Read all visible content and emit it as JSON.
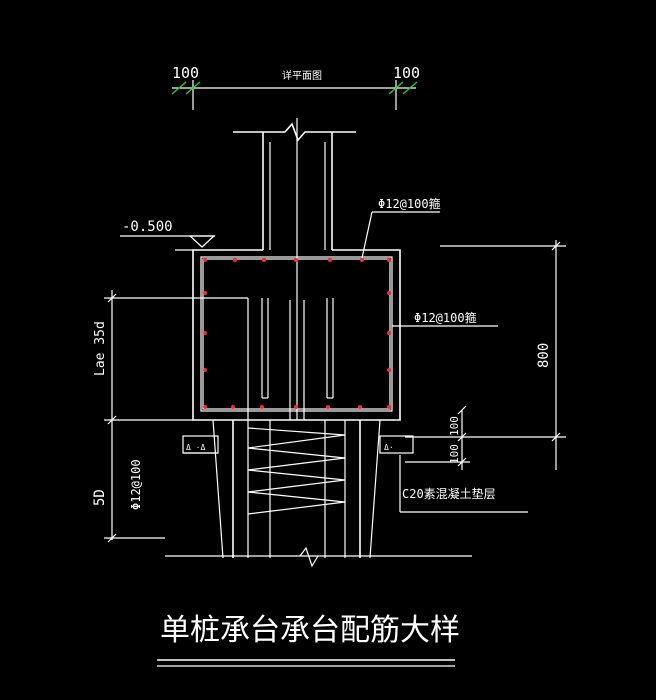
{
  "dimensions": {
    "left_offset": "100",
    "right_offset": "100",
    "plan_reference": "详平面图",
    "cap_height": "800",
    "cushion_thickness_1": "100",
    "cushion_thickness_2": "100",
    "anchor_length": "Lae 35d",
    "pile_embed": "5D"
  },
  "elevation": "-0.500",
  "rebar": {
    "top": "Φ12@100箍",
    "side": "Φ12@100箍",
    "pile_stirrup": "Φ12@100"
  },
  "cushion_label": "C20素混凝土垫层",
  "title": "单桩承台承台配筋大样",
  "colors": {
    "line": "#ffffff",
    "dimension_tick": "#16d416",
    "rebar_dot": "#ff2a2a",
    "background": "#000000"
  }
}
